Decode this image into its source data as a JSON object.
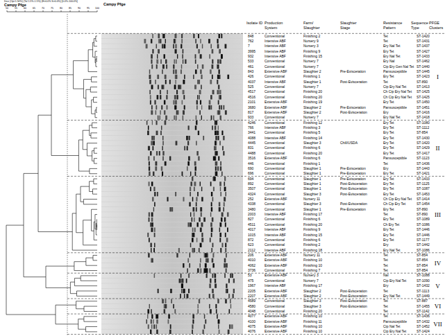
{
  "diagram": {
    "nodes": [
      {
        "text": [
          "I"
        ]
      },
      {
        "text": [
          "II"
        ]
      },
      {
        "text": [
          "III"
        ]
      },
      {
        "text": [
          "IV"
        ]
      },
      {
        "text": [
          "V"
        ]
      },
      {
        "text": [
          "VI"
        ]
      },
      {
        "text": [
          "VII"
        ]
      }
    ],
    "labels": [
      "Dice (Opt:1.50%) (Tol 1.5%-1.5%) (H>0.0% S>0.0%) [0.0%-100.0%]",
      "Campy Pfge",
      "Campy Pfge",
      "50",
      "55",
      "60",
      "65",
      "70",
      "75",
      "80",
      "85",
      "90",
      "95",
      "100",
      "Isolate ID",
      "Production System",
      "Farm/ Slaughter",
      "Slaughter Stage",
      "Resistance Pattern",
      "Sequence Type",
      "PFGE Clusters",
      "848",
      "Conventional",
      "Finishing 2",
      "Tet",
      "ST-1420",
      "762",
      "Intensive ABF",
      "Nursery 9",
      "Tet",
      "ST-1431",
      "7",
      "Intensive ABF",
      "Nursery 3",
      "Ery Nal Tet",
      "ST-1437",
      "3995",
      "Intensive ABF",
      "Finishing 9",
      "Ery Tet",
      "ST-1427",
      "932",
      "Intensive ABF",
      "Finishing 15",
      "Ery Nal Tet",
      "ST-1433",
      "533",
      "Conventional",
      "Nursery 7",
      "Ery Nal",
      "ST-1462",
      "461",
      "Conventional",
      "Nursery 7",
      "Cip Ery Gen Nal Tet",
      "ST-1440",
      "843",
      "Extensive ABF",
      "Slaughter 2",
      "Pre-Evisceration",
      "Pansusceptible",
      "ST-1445",
      "426",
      "Conventional",
      "Finishing 1",
      "Ery Tet",
      "ST-1423",
      "4037",
      "Intensive ABF",
      "Slaughter 1",
      "Post-Evisceration",
      "Tet",
      "ST-890",
      "525",
      "Conventional",
      "Nursery 7",
      "Cip Ery Nal Tet",
      "ST-1413",
      "4517",
      "Conventional",
      "Finishing 20",
      "Ch Cip Ery Nal Tet",
      "ST-1425",
      "4516",
      "Conventional",
      "Finishing 20",
      "Ch Cip Ery Nal Tet",
      "ST-1425",
      "2101",
      "Extensive ABF",
      "Finishing 19",
      "Ery Tet",
      "ST-1450",
      "3680",
      "Extensive ABF",
      "Slaughter 2",
      "Pre-Evisceration",
      "Pansusceptible",
      "ST-1451",
      "817",
      "Extensive ABF",
      "Slaughter 2",
      "Post-Evisceration",
      "Ery",
      "ST-1416",
      "933",
      "Conventional",
      "Nursery 7",
      "Ery Nal Tet",
      "ST-1418",
      "4246",
      "Conventional",
      "Finishing 12",
      "Ery Tet",
      "ST-1080",
      "766",
      "Intensive ABF",
      "Finishing 3",
      "Ery Tet",
      "ST-1112",
      "3441",
      "Conventional",
      "Finishing 5",
      "Ery Tet",
      "ST-854",
      "4088",
      "Intensive ABF",
      "Finishing 14",
      "Ery Tet",
      "ST-1430",
      "4445",
      "Conventional",
      "Slaughter 3",
      "Chill/USDA",
      "Ery Tet",
      "ST-1420",
      "831",
      "Conventional",
      "Finishing 6",
      "Ery Tet",
      "ST-1429",
      "4488",
      "Conventional",
      "Finishing 20",
      "Ery Tet",
      "ST-1417",
      "3516",
      "Extensive ABF",
      "Finishing 6",
      "Pansusceptible",
      "ST-1123",
      "446",
      "Conventional",
      "Finishing 1",
      "Tet",
      "ST-1436",
      "690",
      "Conventional",
      "Slaughter 1",
      "Pre-Evisceration",
      "Ery",
      "ST-1443",
      "696",
      "Conventional",
      "Slaughter 1",
      "Pre-Evisceration",
      "Ery Tet",
      "ST-1421",
      "694",
      "Conventional",
      "Slaughter 1",
      "Pre-Evisceration",
      "Ery Tet",
      "ST-1433",
      "892",
      "Conventional",
      "Slaughter 1",
      "Post-Evisceration",
      "Ery Tet",
      "ST-1125",
      "3507",
      "Conventional",
      "Slaughter 1",
      "Post-Evisceration",
      "Ery Tet",
      "ST-1087",
      "4324",
      "Conventional",
      "Slaughter 3",
      "Post-Evisceration",
      "Ery Tet",
      "ST-1453",
      "252",
      "Extensive ABF",
      "Nursery 11",
      "Ch Cip Ery Nal Tet",
      "ST-1414",
      "4338",
      "Conventional",
      "Slaughter 3",
      "Post-Evisceration",
      "Ch Cip Ery Tet",
      "ST-1454",
      "3480",
      "Conventional",
      "Slaughter 1",
      "Pre-Evisceration",
      "Ery Tet",
      "ST-890",
      "2003",
      "Intensive ABF",
      "Finishing 17",
      "Tet",
      "ST-890",
      "827",
      "Conventional",
      "Finishing 6",
      "Ery Tet",
      "ST-1089",
      "4511",
      "Conventional",
      "Finishing 20",
      "Ch Ery Tet",
      "ST-1086",
      "4017",
      "Intensive ABF",
      "Finishing 9",
      "Ery Tet",
      "ST-1446",
      "1015",
      "Intensive ABF",
      "Finishing 15",
      "Ery Tet",
      "ST-1446",
      "872",
      "Conventional",
      "Finishing 6",
      "Ery Tet",
      "ST-1177",
      "623",
      "Conventional",
      "Finishing 2",
      "Ery",
      "ST-1442",
      "2112",
      "Intensive ABF",
      "Finishing 18",
      "Ery Nal Tet",
      "ST-1086",
      "206",
      "Extensive ABF",
      "Nursery 11",
      "Tet",
      "ST-854",
      "4010",
      "Extensive ABF",
      "Finishing 10",
      "Tet",
      "ST-854",
      "4062",
      "Extensive ABF",
      "Finishing 10",
      "Tet",
      "ST-854",
      "3736",
      "Conventional",
      "Finishing 7",
      "Tet",
      "ST-854",
      "53",
      "Extensive ABF",
      "Nursery 3",
      "Nal",
      "ST-1088",
      "475",
      "Conventional",
      "Nursery 7",
      "Cip Ery Nal Tet",
      "ST-1090",
      "1967",
      "Intensive ABF",
      "Finishing 17",
      "Ery",
      "ST-1432",
      "2205",
      "Extensive ABF",
      "Slaughter 2",
      "Post-Evisceration",
      "Tet",
      "ST-1113",
      "2207",
      "Extensive ABF",
      "Slaughter 2",
      "Post-Evisceration",
      "Ery Nal Tet",
      "ST-1449",
      "4589",
      "Conventional",
      "Slaughter 3",
      "Post-Evisceration",
      "Tet",
      "ST-887",
      "4580",
      "Conventional",
      "Slaughter 3",
      "Post-Evisceration",
      "Tet",
      "ST-1455",
      "4048",
      "Conventional",
      "Finishing 20",
      "Tet",
      "ST-1142",
      "4077",
      "Extensive ABF",
      "Finishing 10",
      "Tet",
      "ST-1436",
      "4100",
      "Extensive ABF",
      "Finishing 11",
      "Pansusceptible",
      "ST-1432",
      "4075",
      "Extensive ABF",
      "Finishing 10",
      "Cip Nal Tet",
      "ST-1452",
      "4076",
      "Extensive ABF",
      "Finishing 10",
      "Cip Ery Nal Tet",
      "ST-1424"
    ]
  }
}
